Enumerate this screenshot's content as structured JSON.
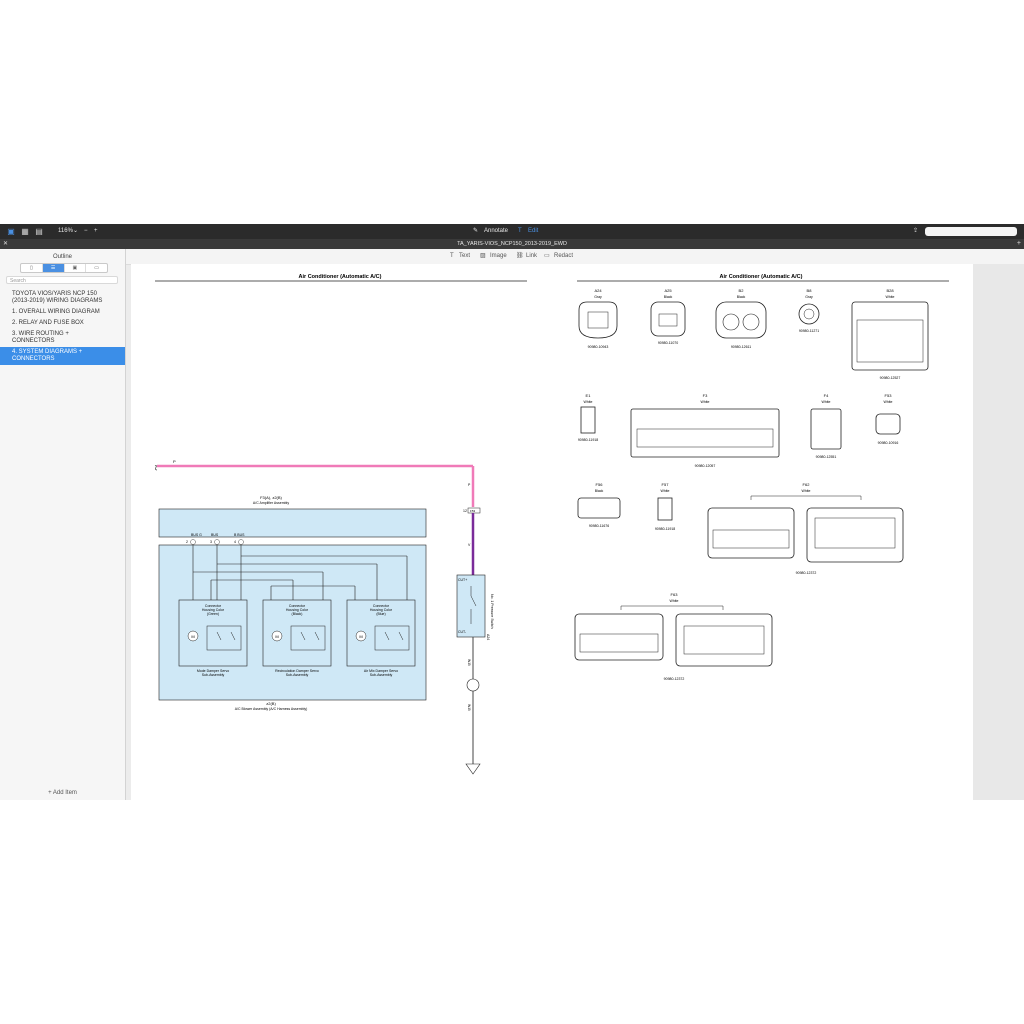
{
  "toolbar": {
    "zoom": "116%",
    "annotate_label": "Annotate",
    "edit_label": "Edit",
    "accent_color": "#4a90e2"
  },
  "document_title": "TA_YARIS-VIOS_NCP150_2013-2019_EWD",
  "sidebar": {
    "title": "Outline",
    "search_placeholder": "Search",
    "items": [
      "TOYOTA VIOS/YARIS NCP 150 (2013-2019) WIRING DIAGRAMS",
      "1. OVERALL WIRING DIAGRAM",
      "2. RELAY AND FUSE BOX",
      "3. WIRE ROUTING + CONNECTORS",
      "4. SYSTEM DIAGRAMS + CONNECTORS"
    ],
    "selected_index": 4,
    "add_item_label": "+ Add Item"
  },
  "edit_toolbar": {
    "text_label": "Text",
    "image_label": "Image",
    "link_label": "Link",
    "redact_label": "Redact"
  },
  "left_page": {
    "heading": "Air Conditioner (Automatic A/C)",
    "wire_p": "P",
    "amp_code": "F3(A), z2(B)",
    "amp_name": "A/C Amplifier Assembly",
    "bus_labels": [
      "BUS G",
      "BUS",
      "B BUS"
    ],
    "bus_pins": [
      "2",
      "3",
      "4"
    ],
    "servo_connector_text": [
      "Connector",
      "Housing Color"
    ],
    "servos": [
      {
        "color": "(Green)",
        "name1": "Mode Damper Servo",
        "name2": "Sub-Assembly"
      },
      {
        "color": "(Black)",
        "name1": "Recirculation Damper Servo",
        "name2": "Sub-Assembly"
      },
      {
        "color": "(Blue)",
        "name1": "Air Mix Damper Servo",
        "name2": "Sub-Assembly"
      }
    ],
    "blower_code": "z2(B)",
    "blower_name": "A/C Blower Assembly (A/C Harness Assembly)",
    "switch_top": "CUT+",
    "switch_bottom": "CUT-",
    "switch_name": "No. 1 Pressure Switch",
    "switch_code": "A24",
    "pin_12": "12",
    "conn_f53": "F53",
    "wire_v": "V",
    "wire_wb": "W-B",
    "motor_symbol": "M"
  },
  "right_page": {
    "heading": "Air Conditioner (Automatic A/C)",
    "connectors": [
      {
        "code": "A24",
        "color": "Gray",
        "part": "90980-10943"
      },
      {
        "code": "A25",
        "color": "Black",
        "part": "90980-11070"
      },
      {
        "code": "B2",
        "color": "Black",
        "part": "90980-12611"
      },
      {
        "code": "B8",
        "color": "Gray",
        "part": "90980-11271"
      },
      {
        "code": "B28",
        "color": "White",
        "part": "90980-12527"
      },
      {
        "code": "E1",
        "color": "White",
        "part": "90980-11918"
      },
      {
        "code": "F3",
        "color": "White",
        "part": "90980-12057"
      },
      {
        "code": "F4",
        "color": "White",
        "part": "90980-12551"
      },
      {
        "code": "F53",
        "color": "White",
        "part": "90980-10916"
      },
      {
        "code": "F56",
        "color": "Black",
        "part": "90980-11676"
      },
      {
        "code": "F57",
        "color": "White",
        "part": "90980-11918"
      },
      {
        "code": "F62",
        "color": "White",
        "part": "90980-12372"
      },
      {
        "code": "F63",
        "color": "White",
        "part": "90980-12372"
      }
    ]
  }
}
